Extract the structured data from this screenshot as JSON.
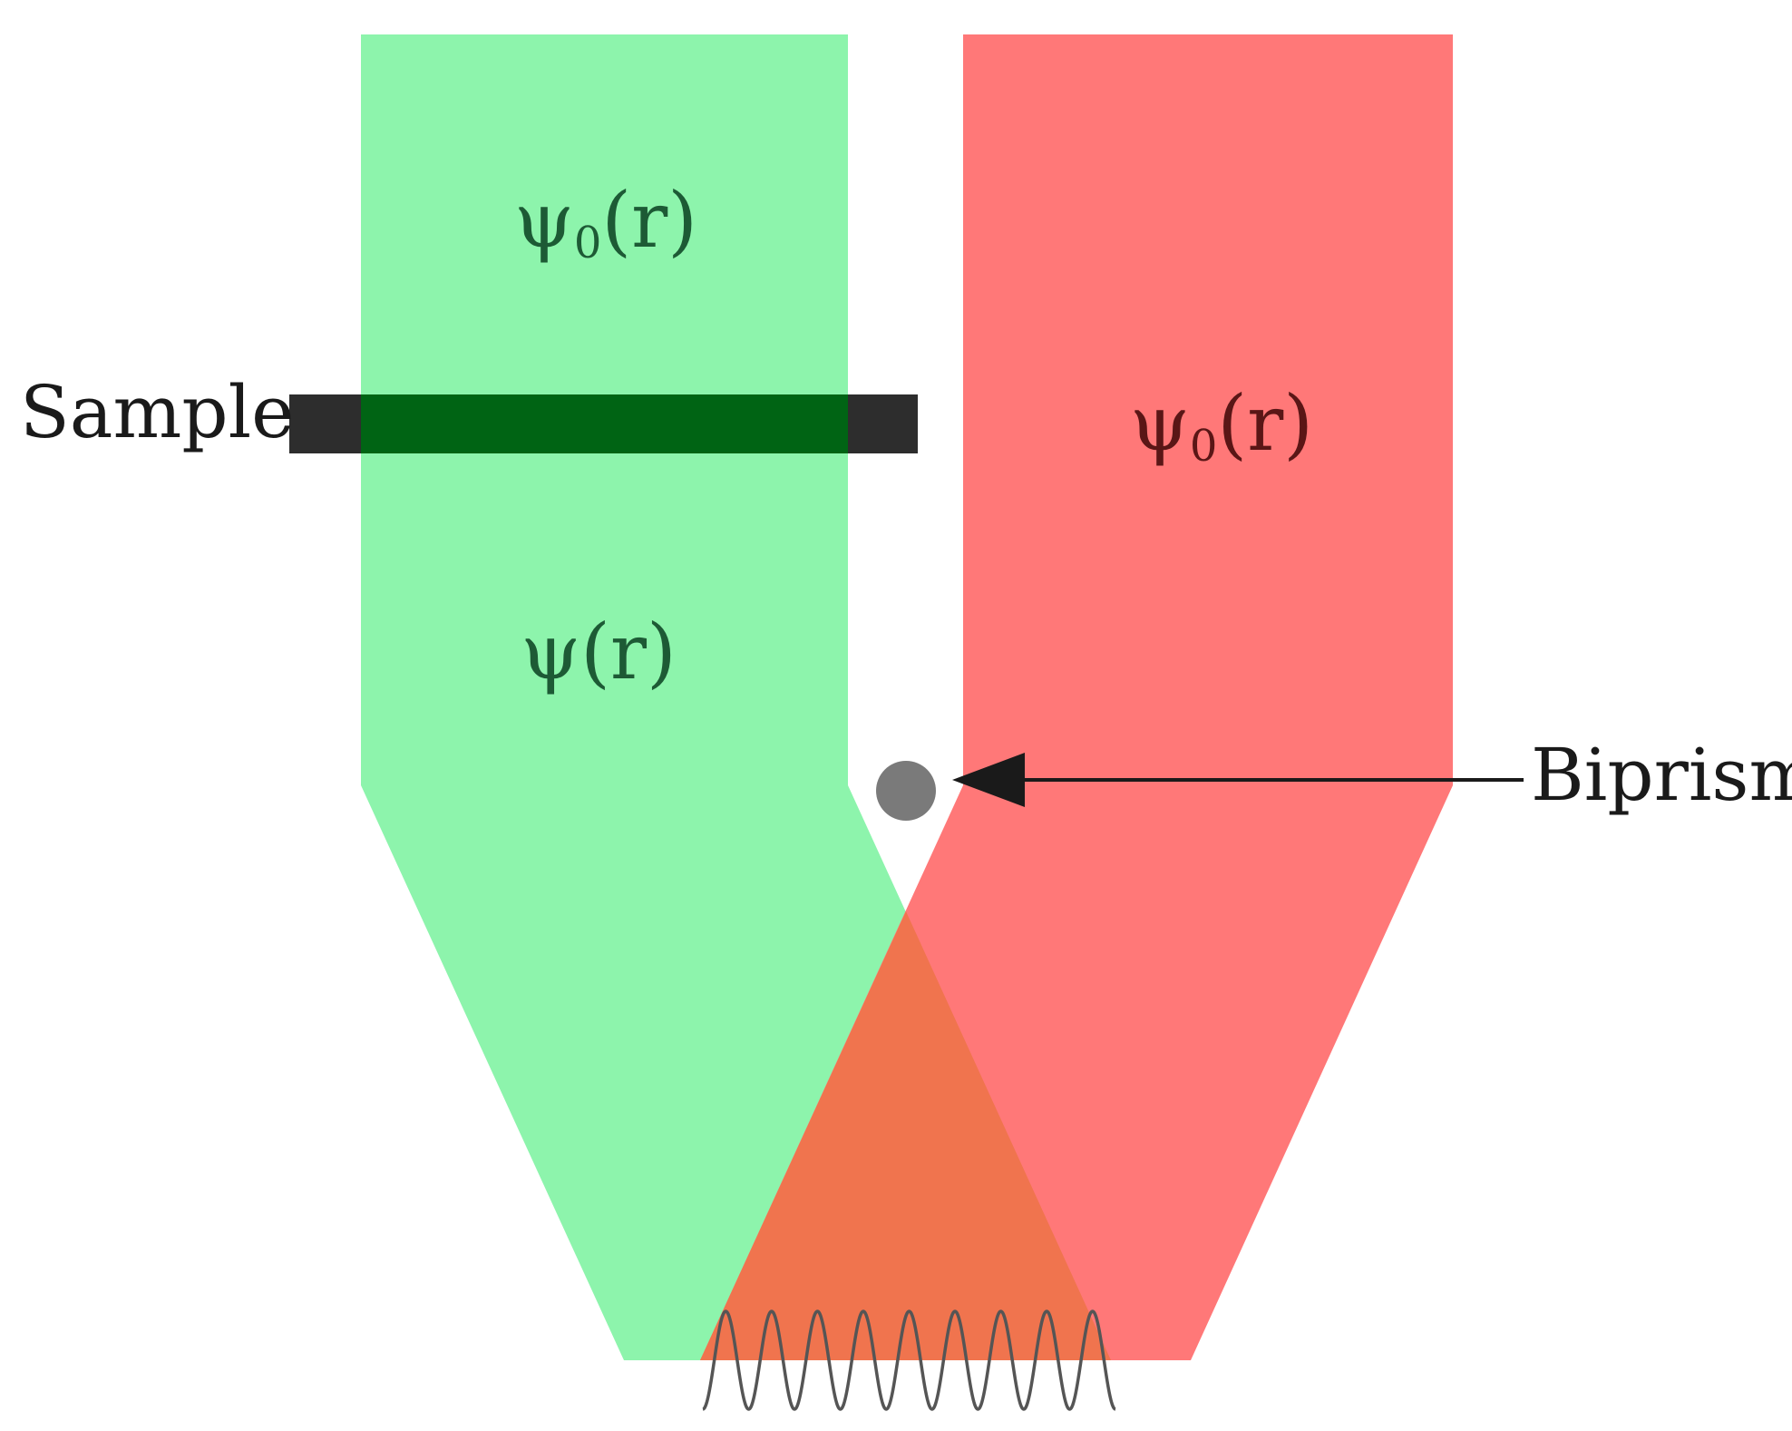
{
  "colors": {
    "reference_beam": "#8df4ac",
    "object_beam": "#ff7878",
    "overlap": "#f0744e",
    "sample_bar": "#2d2d2d",
    "sample_in_beam": "#006414",
    "biprism": "#7a7a7a",
    "label_green_beam": "#1d5a35",
    "label_red_beam": "#5a1616",
    "text": "#1a1a1a",
    "fringes": "#555555"
  },
  "labels": {
    "sample": "Sample",
    "biprism": "Biprism",
    "left_beam_top": {
      "base": "ψ",
      "sub": "0",
      "tail": "(r)"
    },
    "left_beam_bottom": {
      "base": "ψ",
      "sub": "",
      "tail": "(r)"
    },
    "right_beam": {
      "base": "ψ",
      "sub": "0",
      "tail": "(r)"
    }
  },
  "icons": {
    "biprism_wire": "filled-circle",
    "biprism_pointer": "left-arrow",
    "fringe_pattern": "sine-wave"
  }
}
